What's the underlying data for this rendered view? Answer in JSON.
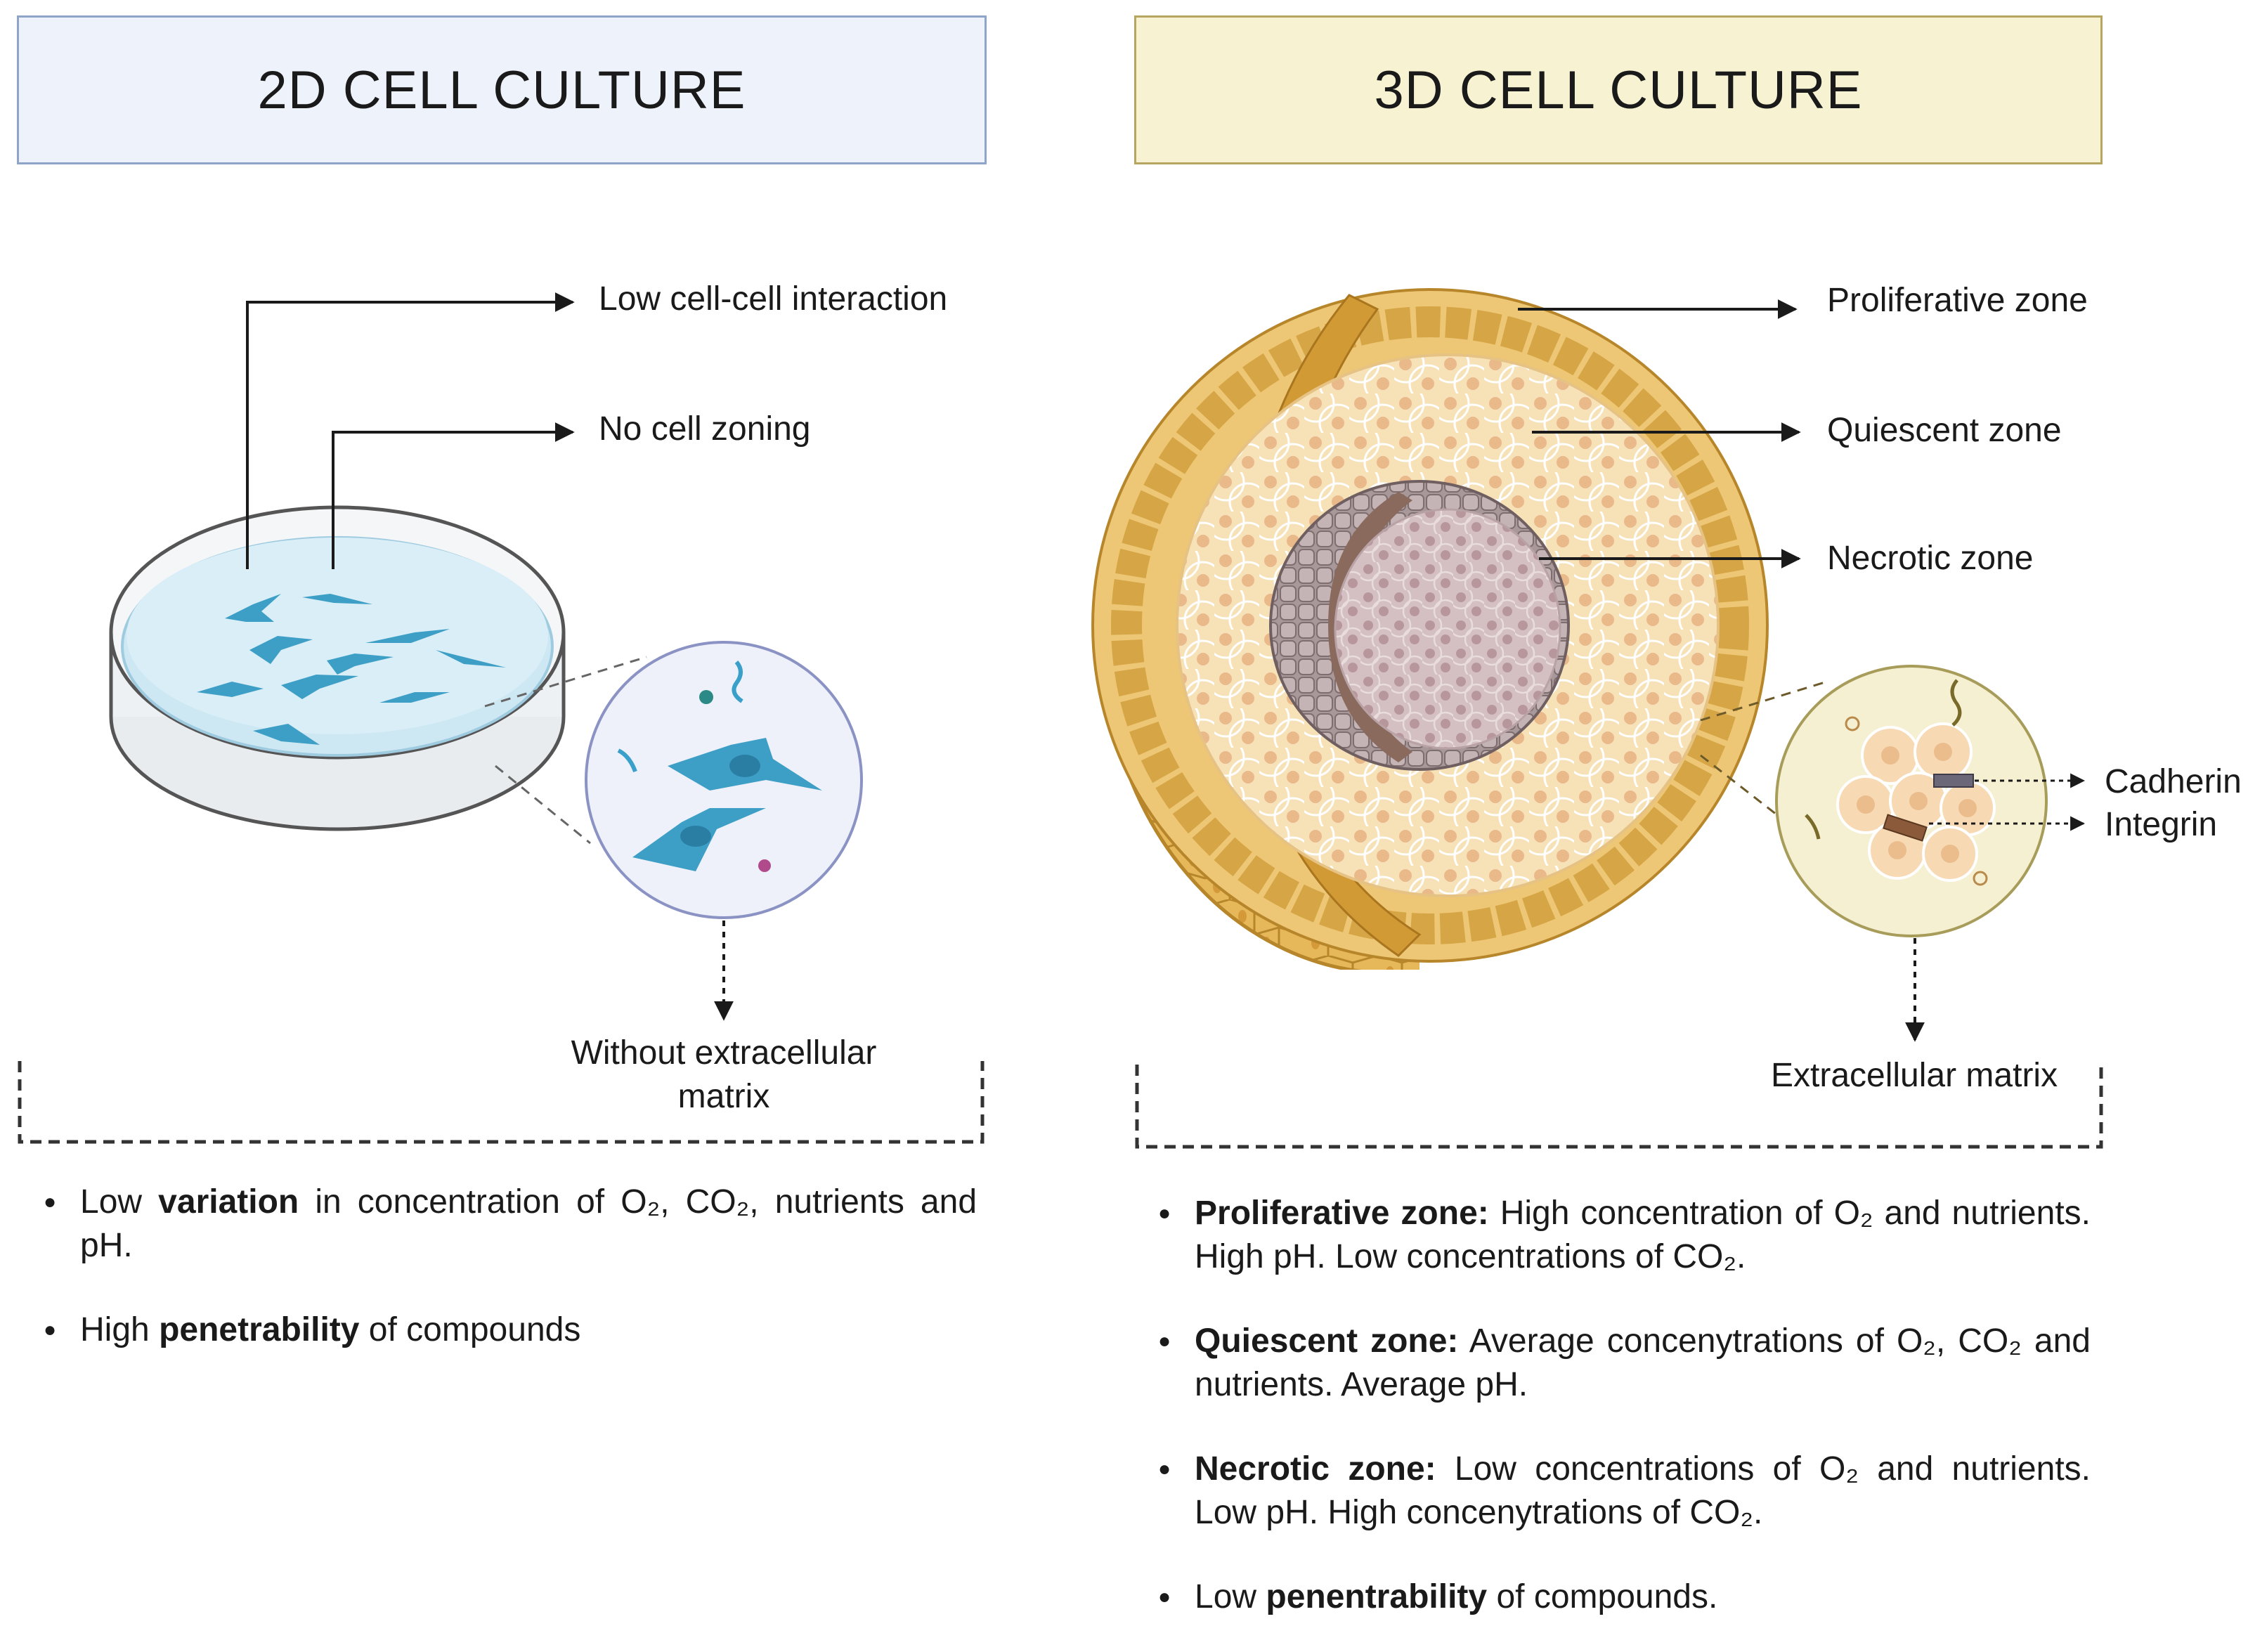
{
  "left": {
    "header": "2D CELL CULTURE",
    "callouts": {
      "interaction": "Low cell-cell interaction",
      "zoning": "No cell zoning",
      "matrix_line1": "Without extracellular",
      "matrix_line2": "matrix"
    },
    "bullets": [
      {
        "pre": "Low ",
        "bold": "variation",
        "post": " in concentration of O₂, CO₂, nutrients and pH."
      },
      {
        "pre": "High ",
        "bold": "penetrability",
        "post": " of compounds"
      }
    ]
  },
  "right": {
    "header": "3D CELL CULTURE",
    "callouts": {
      "proliferative": "Proliferative zone",
      "quiescent": "Quiescent zone",
      "necrotic": "Necrotic zone",
      "cadherin": "Cadherin",
      "integrin": "Integrin",
      "matrix": "Extracellular matrix"
    },
    "bullets": [
      {
        "pre": "",
        "bold": "Proliferative zone:",
        "post": " High concentration of O₂ and nutrients. High pH. Low concentrations of CO₂."
      },
      {
        "pre": "",
        "bold": "Quiescent zone:",
        "post": " Average concenytrations of O₂, CO₂ and nutrients. Average pH."
      },
      {
        "pre": "",
        "bold": "Necrotic zone:",
        "post": " Low concentrations of O₂ and nutrients. Low pH. High concenytrations of CO₂."
      },
      {
        "pre": "Low ",
        "bold": "penentrability",
        "post": " of compounds."
      }
    ]
  },
  "colors": {
    "cell_blue": "#3e9fc6",
    "medium_blue": "#cde8f3",
    "spheroid_outer": "#e7b85a",
    "spheroid_quiescent": "#f6dfb3",
    "spheroid_necrotic": "#c8b1b4",
    "arrow": "#1a1a1a"
  }
}
